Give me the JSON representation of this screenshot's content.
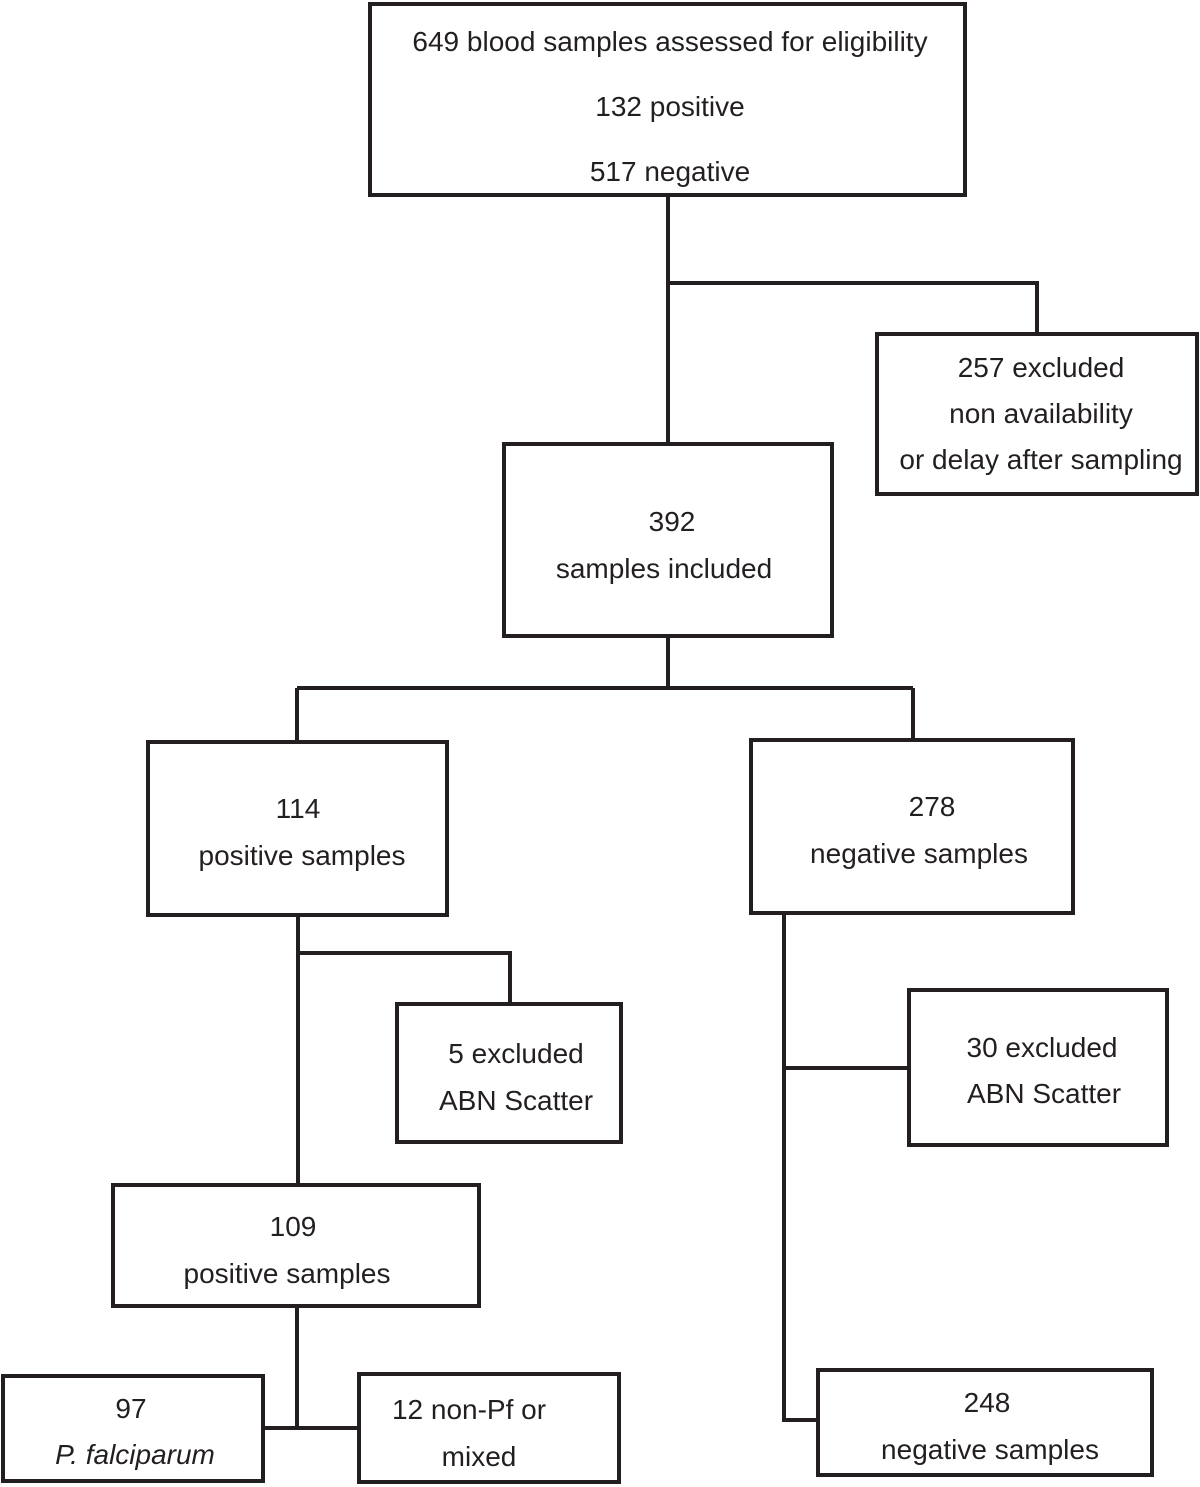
{
  "flowchart": {
    "assessed": {
      "line1": "649 blood samples assessed for eligibility",
      "line2": "132 positive",
      "line3": "517 negative"
    },
    "excluded_availability": {
      "line1": "257 excluded",
      "line2": "non availability",
      "line3": "or delay after sampling"
    },
    "included": {
      "line1": "392",
      "line2": "samples included"
    },
    "positive": {
      "line1": "114",
      "line2": "positive samples"
    },
    "negative": {
      "line1": "278",
      "line2": "negative samples"
    },
    "excluded_positive": {
      "line1": "5 excluded",
      "line2": "ABN Scatter"
    },
    "excluded_negative": {
      "line1": "30 excluded",
      "line2": "ABN Scatter"
    },
    "positive_final": {
      "line1": "109",
      "line2": "positive samples"
    },
    "falciparum": {
      "line1": "97",
      "line2": "P. falciparum"
    },
    "non_pf": {
      "line1": "12 non-Pf or",
      "line2": "mixed"
    },
    "negative_final": {
      "line1": "248",
      "line2": "negative samples"
    }
  }
}
